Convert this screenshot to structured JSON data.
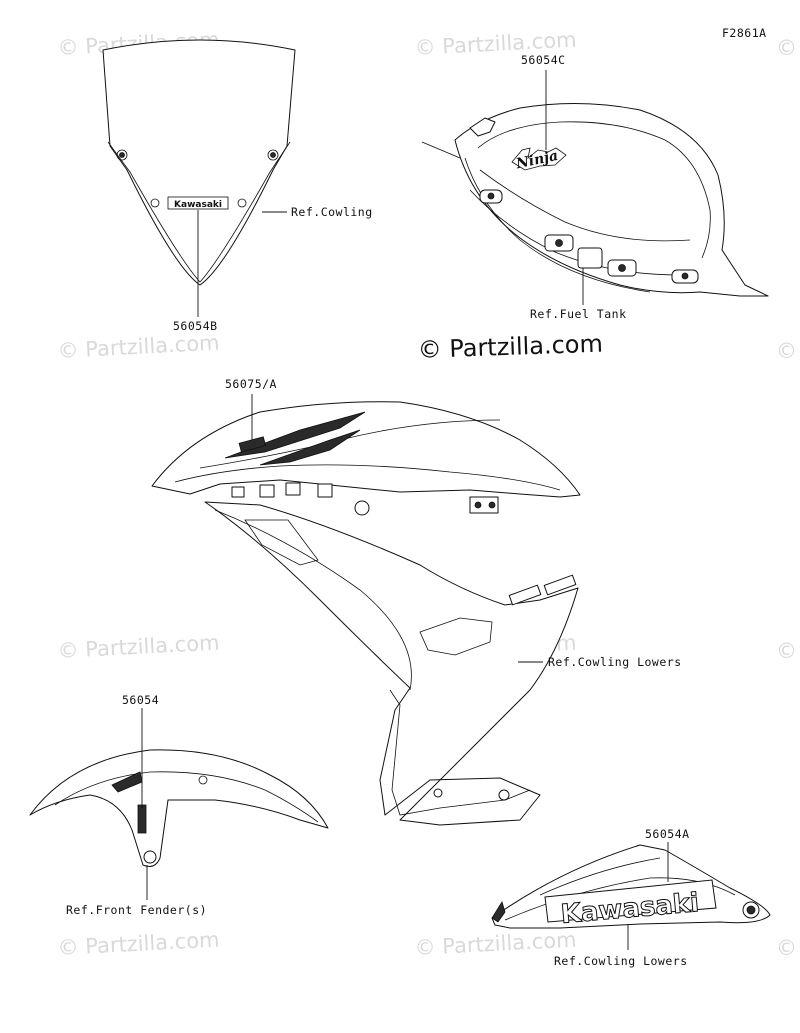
{
  "figure_id": "F2861A",
  "watermark": "© Partzilla.com",
  "main_watermark": "© Partzilla.com",
  "parts": {
    "windshield": {
      "part_number": "56054B",
      "ref": "Ref.Cowling",
      "decal_text": "Kawasaki"
    },
    "fuel_tank": {
      "part_number": "56054C",
      "ref": "Ref.Fuel Tank",
      "decal_text": "Ninja"
    },
    "cowling": {
      "part_number": "56075/A",
      "ref": "Ref.Cowling Lowers"
    },
    "front_fender": {
      "part_number": "56054",
      "ref": "Ref.Front Fender(s)"
    },
    "cowling_lower": {
      "part_number": "56054A",
      "ref": "Ref.Cowling Lowers",
      "decal_text": "Kawasaki"
    }
  }
}
